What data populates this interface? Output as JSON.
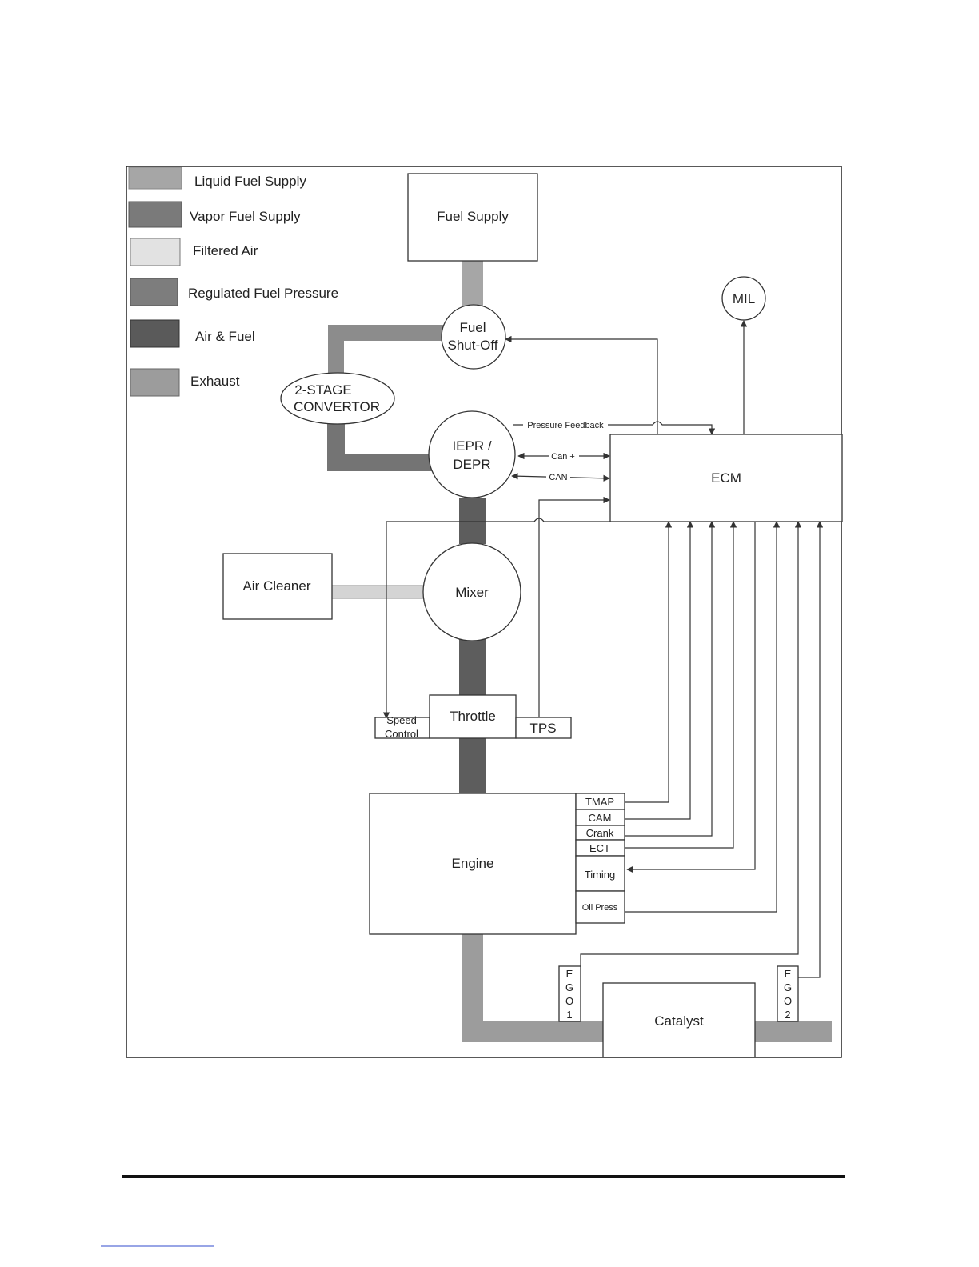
{
  "legend": {
    "items": [
      {
        "label": "Liquid Fuel Supply",
        "color": "#a6a6a6"
      },
      {
        "label": "Vapor Fuel Supply",
        "color": "#7a7a7a"
      },
      {
        "label": "Filtered Air",
        "color": "#e2e2e2"
      },
      {
        "label": "Regulated Fuel Pressure",
        "color": "#7d7d7d"
      },
      {
        "label": "Air & Fuel",
        "color": "#5a5a5a"
      },
      {
        "label": "Exhaust",
        "color": "#9c9c9c"
      }
    ]
  },
  "components": {
    "fuel_supply": "Fuel Supply",
    "fuel_shutoff_line1": "Fuel",
    "fuel_shutoff_line2": "Shut-Off",
    "mil": "MIL",
    "convertor_line1": "2-STAGE",
    "convertor_line2": "CONVERTOR",
    "iepr_line1": "IEPR /",
    "iepr_line2": "DEPR",
    "ecm": "ECM",
    "air_cleaner": "Air Cleaner",
    "mixer": "Mixer",
    "speed_control_line1": "Speed",
    "speed_control_line2": "Control",
    "throttle": "Throttle",
    "tps": "TPS",
    "engine": "Engine",
    "catalyst": "Catalyst"
  },
  "signals": {
    "pressure_feedback": "Pressure Feedback",
    "can_plus": "Can +",
    "can": "CAN"
  },
  "sensors": {
    "tmap": "TMAP",
    "cam": "CAM",
    "crank": "Crank",
    "ect": "ECT",
    "timing": "Timing",
    "oil_press": "Oil Press",
    "ego1": [
      "E",
      "G",
      "O",
      "1"
    ],
    "ego2": [
      "E",
      "G",
      "O",
      "2"
    ]
  }
}
